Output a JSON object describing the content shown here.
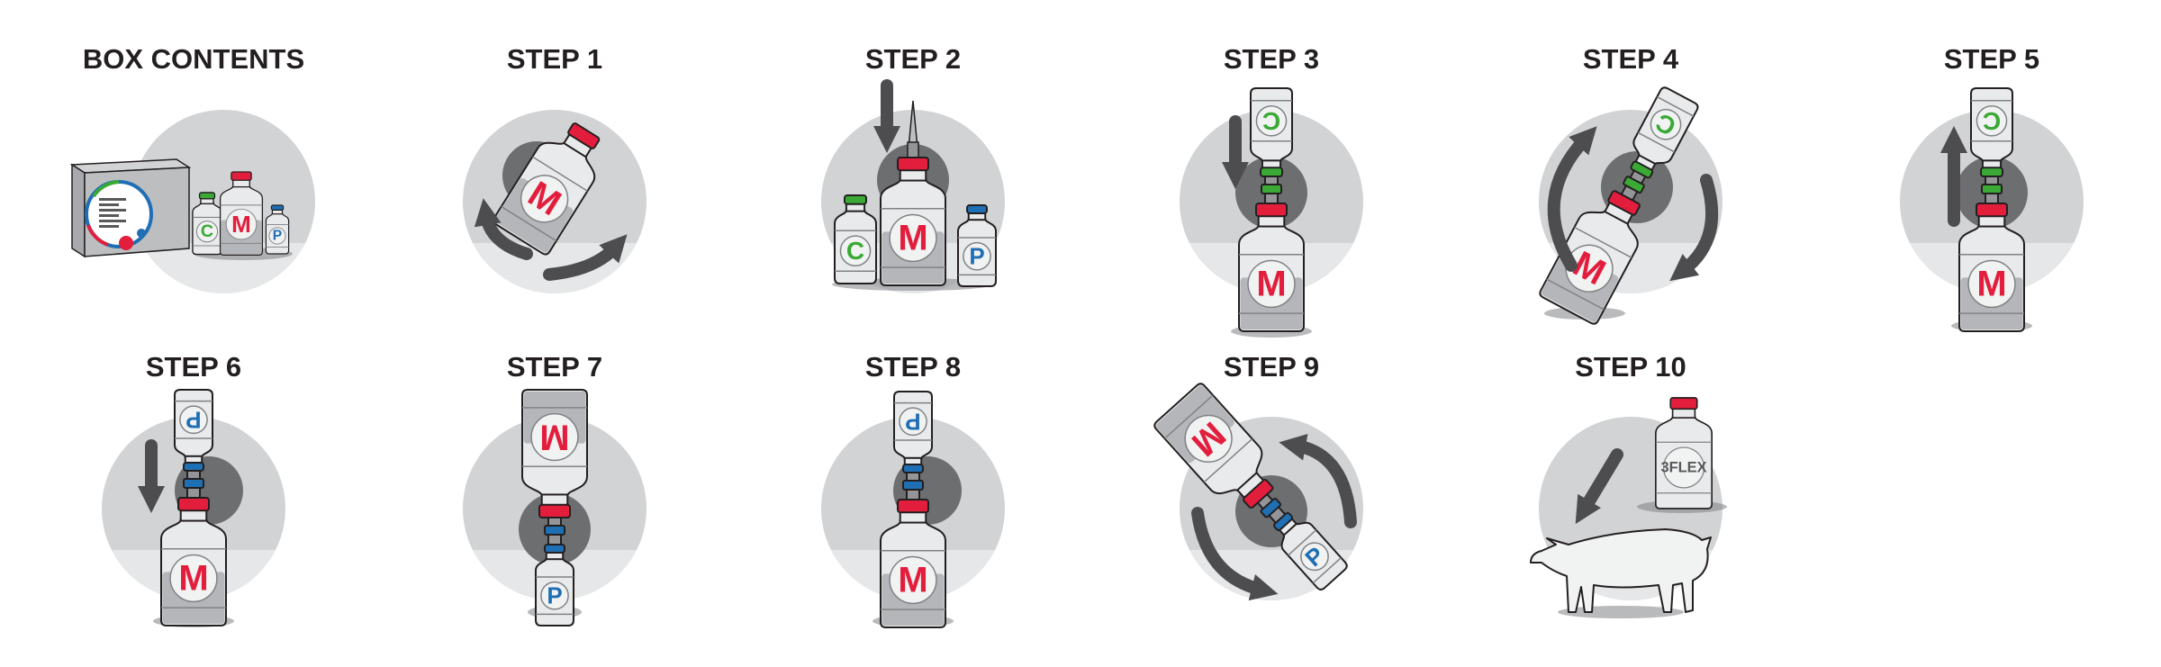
{
  "panels": [
    {
      "title": "BOX CONTENTS"
    },
    {
      "title": "STEP 1"
    },
    {
      "title": "STEP 2"
    },
    {
      "title": "STEP 3"
    },
    {
      "title": "STEP 4"
    },
    {
      "title": "STEP 5"
    },
    {
      "title": "STEP 6"
    },
    {
      "title": "STEP 7"
    },
    {
      "title": "STEP 8"
    },
    {
      "title": "STEP 9"
    },
    {
      "title": "STEP 10"
    }
  ],
  "bottles": {
    "C": {
      "label": "C",
      "cap_color": "#3aa935"
    },
    "M": {
      "label": "M",
      "cap_color": "#e31d3c"
    },
    "P": {
      "label": "P",
      "cap_color": "#1f6fb4"
    },
    "F": {
      "label": "3FLEX",
      "cap_color": "#e31d3c"
    }
  },
  "colors": {
    "circle": "#d1d3d4",
    "floor": "#e6e7e8",
    "inner_circle": "#6d6e70",
    "arrow": "#4d4d4f",
    "outline": "#231f20"
  }
}
